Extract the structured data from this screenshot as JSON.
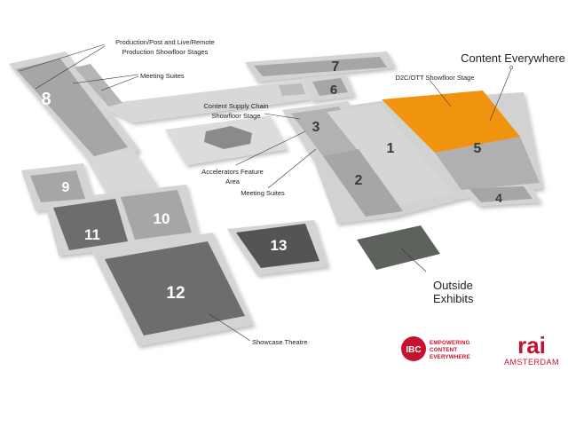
{
  "halls": [
    {
      "id": "1",
      "label": "1"
    },
    {
      "id": "2",
      "label": "2"
    },
    {
      "id": "3",
      "label": "3"
    },
    {
      "id": "4",
      "label": "4"
    },
    {
      "id": "5",
      "label": "5"
    },
    {
      "id": "6",
      "label": "6"
    },
    {
      "id": "7",
      "label": "7"
    },
    {
      "id": "8",
      "label": "8"
    },
    {
      "id": "9",
      "label": "9"
    },
    {
      "id": "10",
      "label": "10"
    },
    {
      "id": "11",
      "label": "11"
    },
    {
      "id": "12",
      "label": "12"
    },
    {
      "id": "13",
      "label": "13"
    }
  ],
  "annotations": {
    "production_line1": "Production/Post and Live/Remote",
    "production_line2": "Production Showfloor Stages",
    "meeting_suites_top": "Meeting Suites",
    "content_supply_line1": "Content Supply Chain",
    "content_supply_line2": "Showfloor Stage",
    "d2c_stage": "D2C/OTT Showfloor Stage",
    "content_everywhere": "Content Everywhere",
    "accelerators_line1": "Accelerators Feature",
    "accelerators_line2": "Area",
    "meeting_suites_mid": "Meeting Suites",
    "outside_line1": "Outside",
    "outside_line2": "Exhibits",
    "showcase_theatre": "Showcase Theatre"
  },
  "logos": {
    "ibc_mark": "IBC",
    "ibc_line1": "EMPOWERING",
    "ibc_line2": "CONTENT",
    "ibc_line3": "EVERYWHERE",
    "rai_mark": "rai",
    "rai_city": "AMSTERDAM"
  },
  "colors": {
    "floor": "#d4d4d4",
    "floor_light": "#dedede",
    "hall_mid": "#a6a6a6",
    "hall_dark": "#6d6d6d",
    "hall_darker": "#545454",
    "highlight": "#f0940f",
    "outside": "#5d625d",
    "brand_red": "#c4122f"
  }
}
